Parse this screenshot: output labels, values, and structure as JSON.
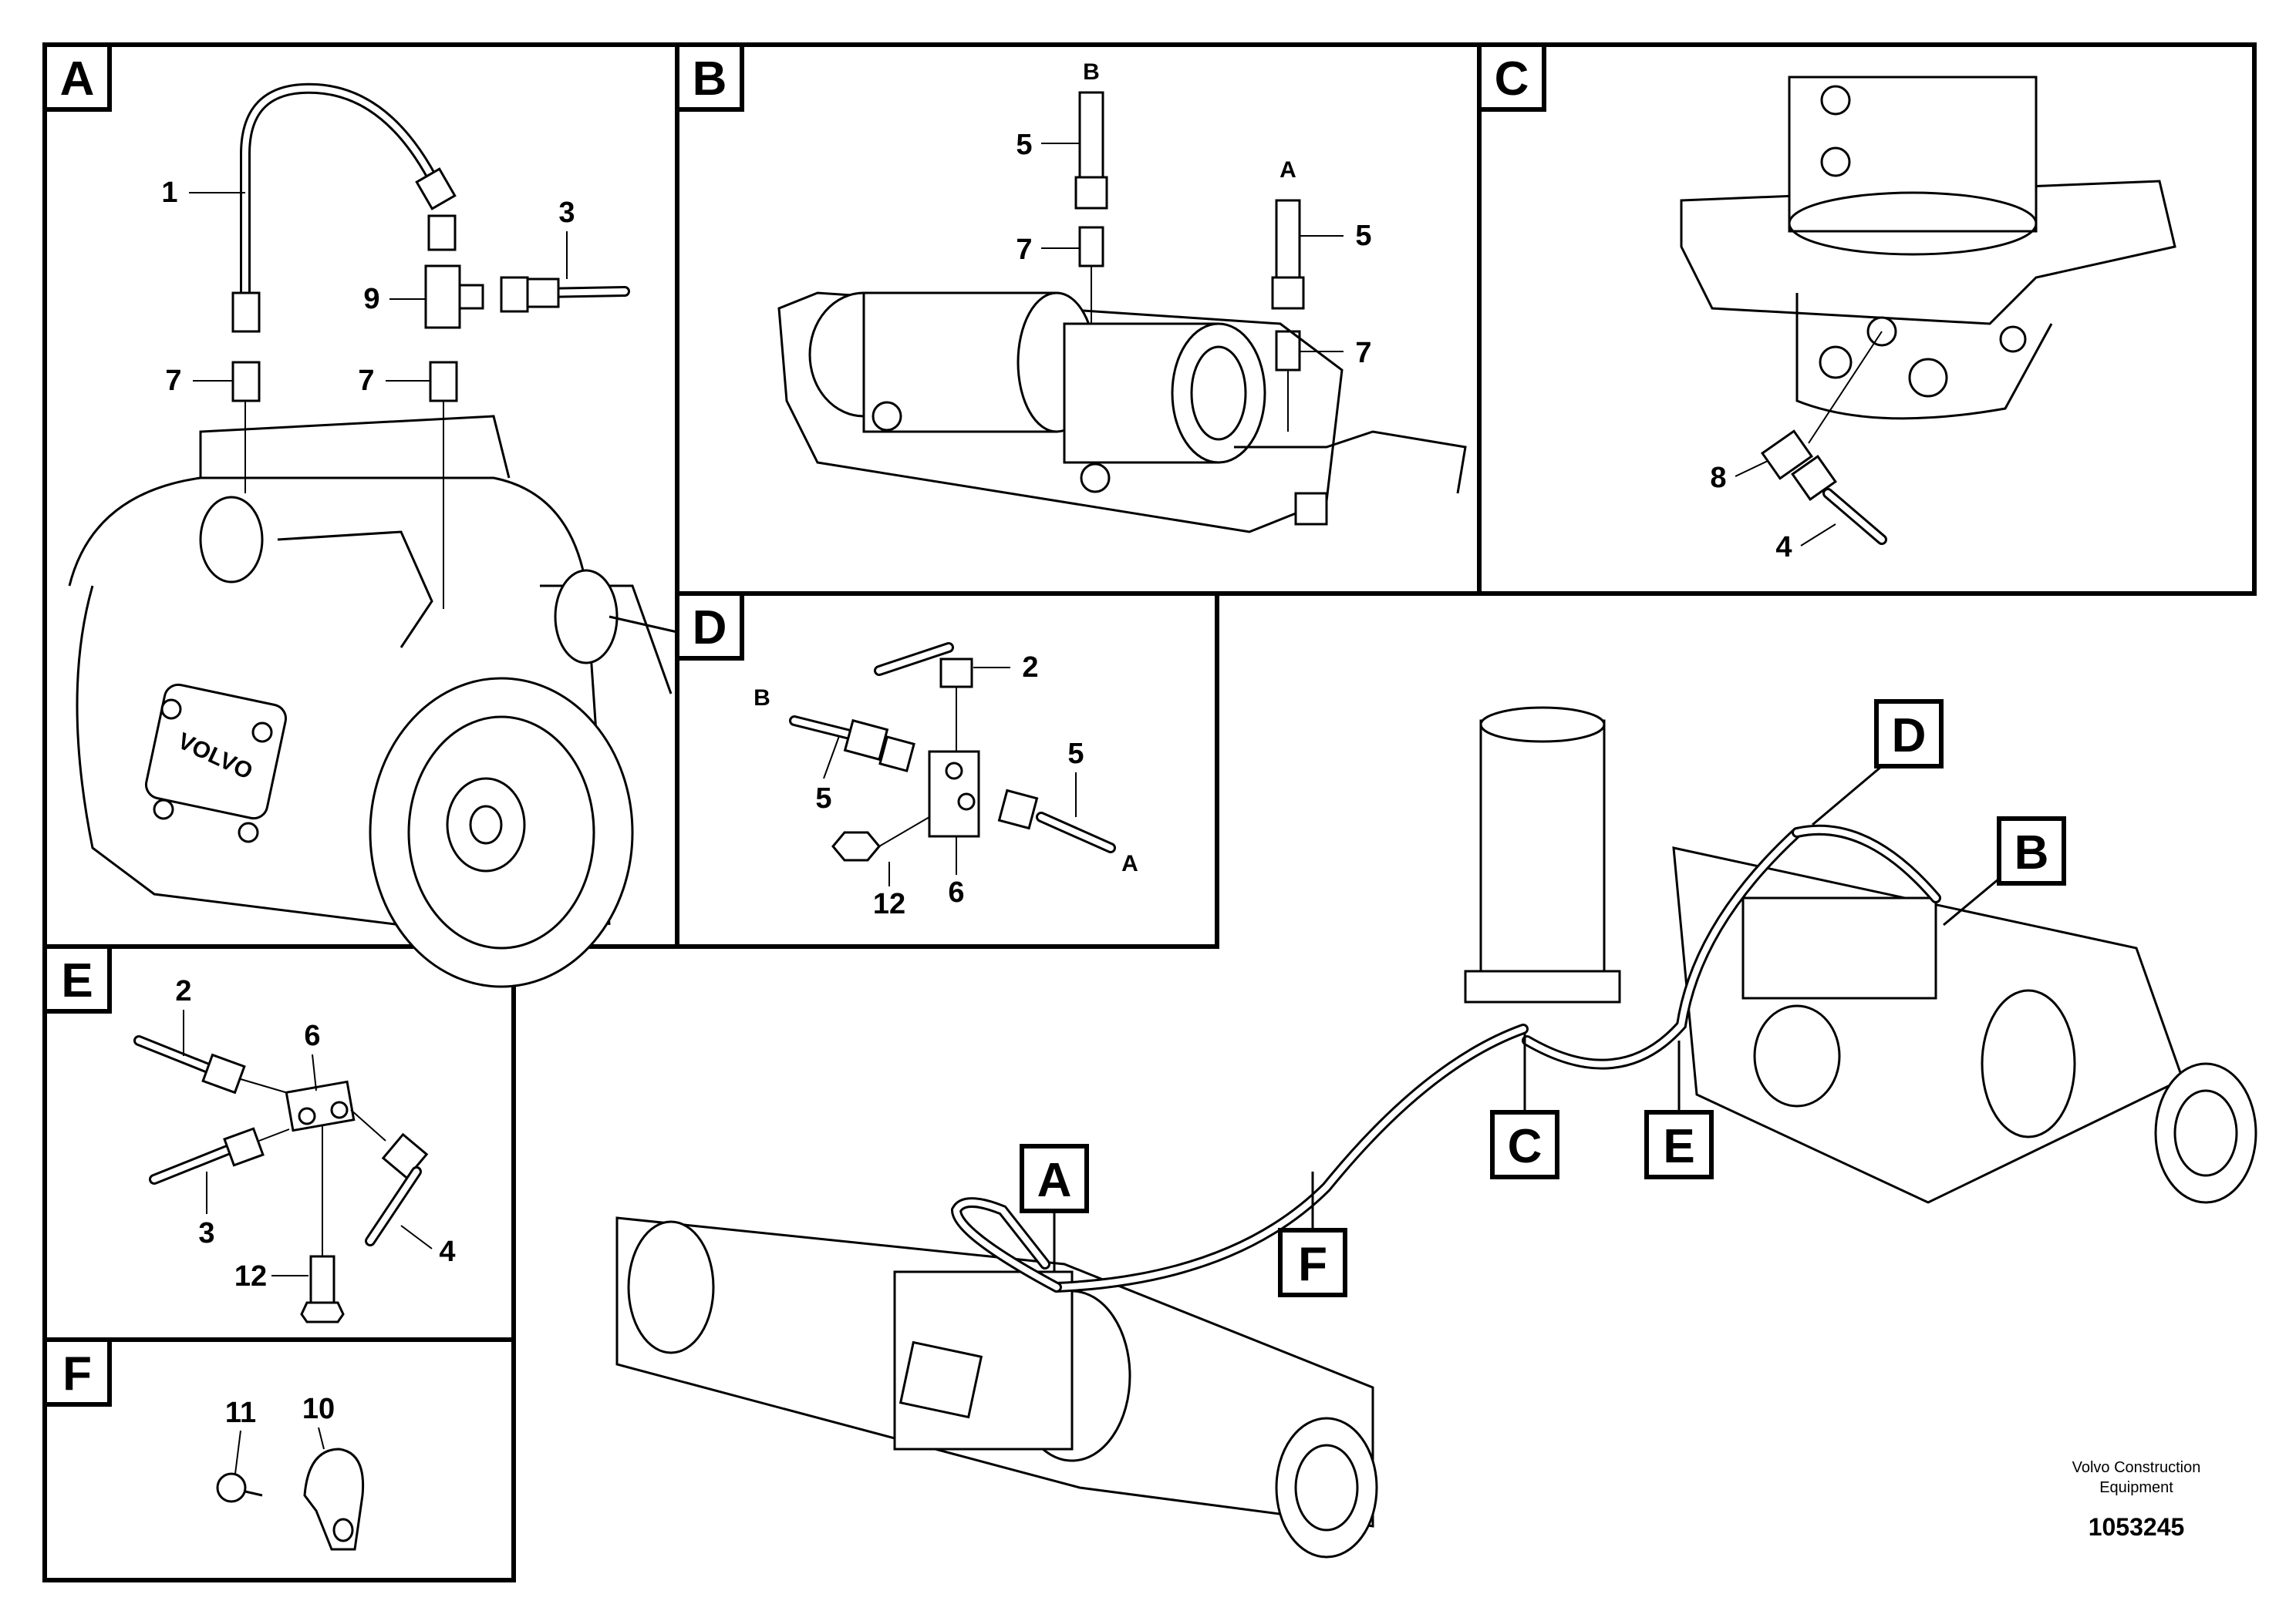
{
  "panels": [
    {
      "id": "A",
      "label": "A",
      "callouts": [
        "1",
        "3",
        "9",
        "7",
        "7"
      ]
    },
    {
      "id": "B",
      "label": "B",
      "callouts": [
        "B",
        "5",
        "7",
        "A",
        "5",
        "7"
      ]
    },
    {
      "id": "C",
      "label": "C",
      "callouts": [
        "8",
        "4"
      ]
    },
    {
      "id": "D",
      "label": "D",
      "callouts": [
        "2",
        "B",
        "5",
        "5",
        "A",
        "12",
        "6"
      ]
    },
    {
      "id": "E",
      "label": "E",
      "callouts": [
        "2",
        "6",
        "3",
        "4",
        "12"
      ]
    },
    {
      "id": "F",
      "label": "F",
      "callouts": [
        "11",
        "10"
      ]
    }
  ],
  "overview_tags": [
    "A",
    "B",
    "C",
    "D",
    "E",
    "F"
  ],
  "brand_line1": "Volvo Construction",
  "brand_line2": "Equipment",
  "drawing_number": "1053245",
  "casting_text": "VOLVO"
}
